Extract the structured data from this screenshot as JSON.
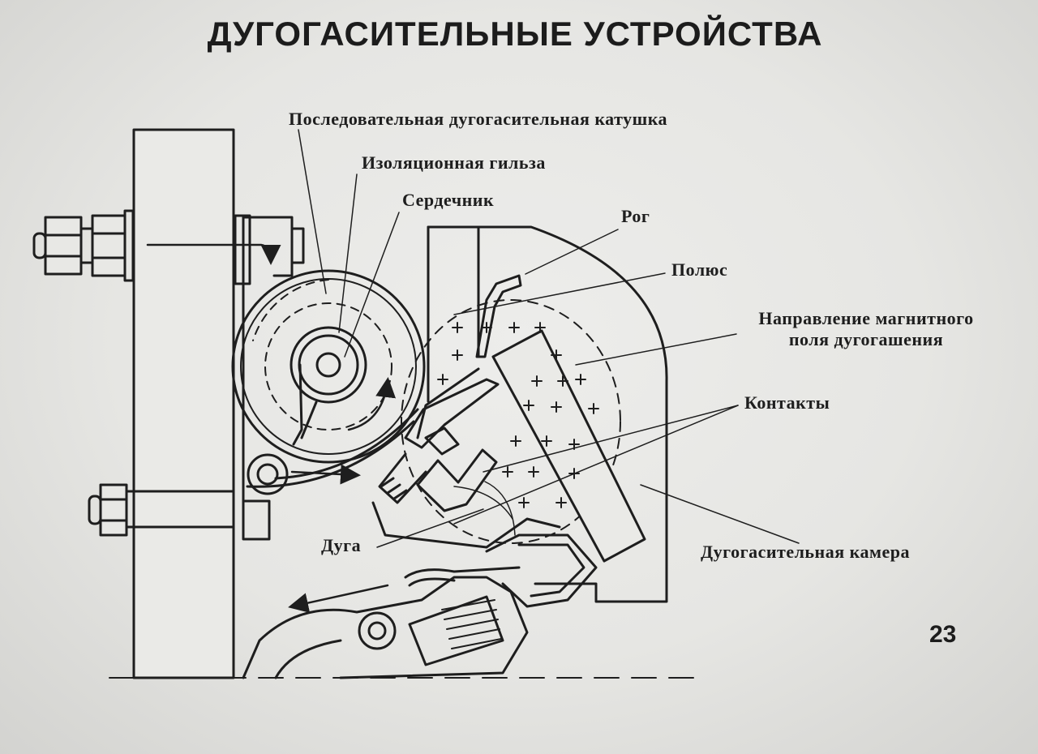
{
  "slide": {
    "title": "ДУГОГАСИТЕЛЬНЫЕ УСТРОЙСТВА",
    "page_number": "23"
  },
  "labels": {
    "series_coil": "Последовательная дугогасительная катушка",
    "insulating_sleeve": "Изоляционная гильза",
    "core": "Сердечник",
    "horn": "Рог",
    "pole": "Полюс",
    "field_direction_line1": "Направление магнитного",
    "field_direction_line2": "поля дугогашения",
    "contacts": "Контакты",
    "arc": "Дуга",
    "arc_chute": "Дугогасительная камера"
  },
  "colors": {
    "ink": "#1e1e1e",
    "paper": "#e6e6e3"
  }
}
